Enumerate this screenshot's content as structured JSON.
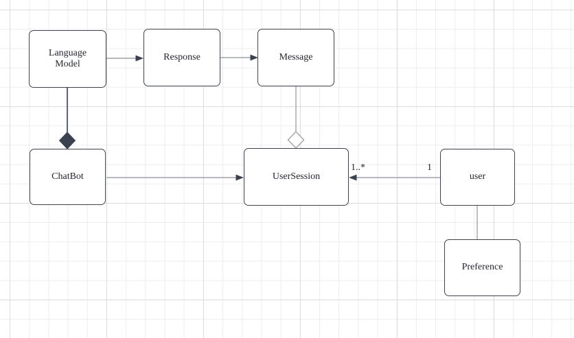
{
  "nodes": [
    {
      "id": "language-model",
      "label": "Language Model"
    },
    {
      "id": "response",
      "label": "Response"
    },
    {
      "id": "message",
      "label": "Message"
    },
    {
      "id": "chatbot",
      "label": "ChatBot"
    },
    {
      "id": "usersession",
      "label": "UserSession"
    },
    {
      "id": "user",
      "label": "user"
    },
    {
      "id": "preference",
      "label": "Preference"
    }
  ],
  "edges": [
    {
      "from": "Language Model",
      "to": "Response",
      "type": "directed-arrow"
    },
    {
      "from": "Response",
      "to": "Message",
      "type": "directed-arrow"
    },
    {
      "from": "ChatBot",
      "to": "Language Model",
      "type": "composition-filled-diamond"
    },
    {
      "from": "UserSession",
      "to": "Message",
      "type": "aggregation-open-diamond"
    },
    {
      "from": "ChatBot",
      "to": "UserSession",
      "type": "directed-arrow"
    },
    {
      "from": "user",
      "to": "UserSession",
      "type": "directed-arrow",
      "source_label": "1",
      "target_label": "1..*"
    },
    {
      "from": "user",
      "to": "Preference",
      "type": "plain-line"
    }
  ],
  "colors": {
    "node_border": "#3a4150",
    "node_fill": "#ffffff",
    "edge_line": "#8a8f99",
    "arrowhead": "#3a4150",
    "composition_diamond": "#3a4150",
    "aggregation_stroke": "#a3a3a3",
    "grid_minor": "#ededed",
    "grid_major": "#dcdcdc",
    "text": "#22262e"
  }
}
